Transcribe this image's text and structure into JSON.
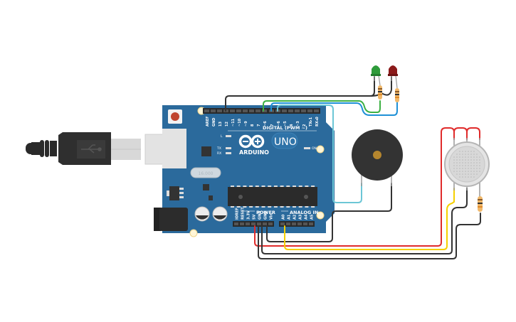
{
  "board": {
    "name": "Arduino Uno",
    "brand": "ARDUINO",
    "model": "UNO",
    "crystal_label": "16.000",
    "header_digital": "DIGITAL (PWM ~)",
    "header_power": "POWER",
    "header_analog": "ANALOG IN",
    "led_on": "ON",
    "led_l": "L",
    "led_tx": "TX",
    "led_rx": "RX",
    "digital_pins": [
      "AREF",
      "GND",
      "13",
      "12",
      "~11",
      "~10",
      "~9",
      "8",
      "7",
      "~6",
      "~5",
      "4",
      "~3",
      "2",
      "TX▸1",
      "RX◂0"
    ],
    "power_pins": [
      "IOREF",
      "RESET",
      "3.3V",
      "5V",
      "GND",
      "GND",
      "Vin"
    ],
    "analog_pins": [
      "A0",
      "A1",
      "A2",
      "A3",
      "A4",
      "A5"
    ]
  },
  "components": {
    "usb_cable": "USB cable",
    "led_green": "Green LED",
    "led_red": "Red LED",
    "buzzer": "Piezo buzzer",
    "gas_sensor": "Gas sensor",
    "resistor": "Resistor"
  },
  "colors": {
    "board": "#2b6a9c",
    "wire_black": "#333333",
    "wire_red": "#e02b2b",
    "wire_yellow": "#f5d000",
    "wire_green": "#3cb043",
    "wire_blue": "#1e90d6",
    "wire_cyan": "#6cc6d6",
    "led_green": "#2e9b3a",
    "led_red": "#8b1a1a"
  }
}
